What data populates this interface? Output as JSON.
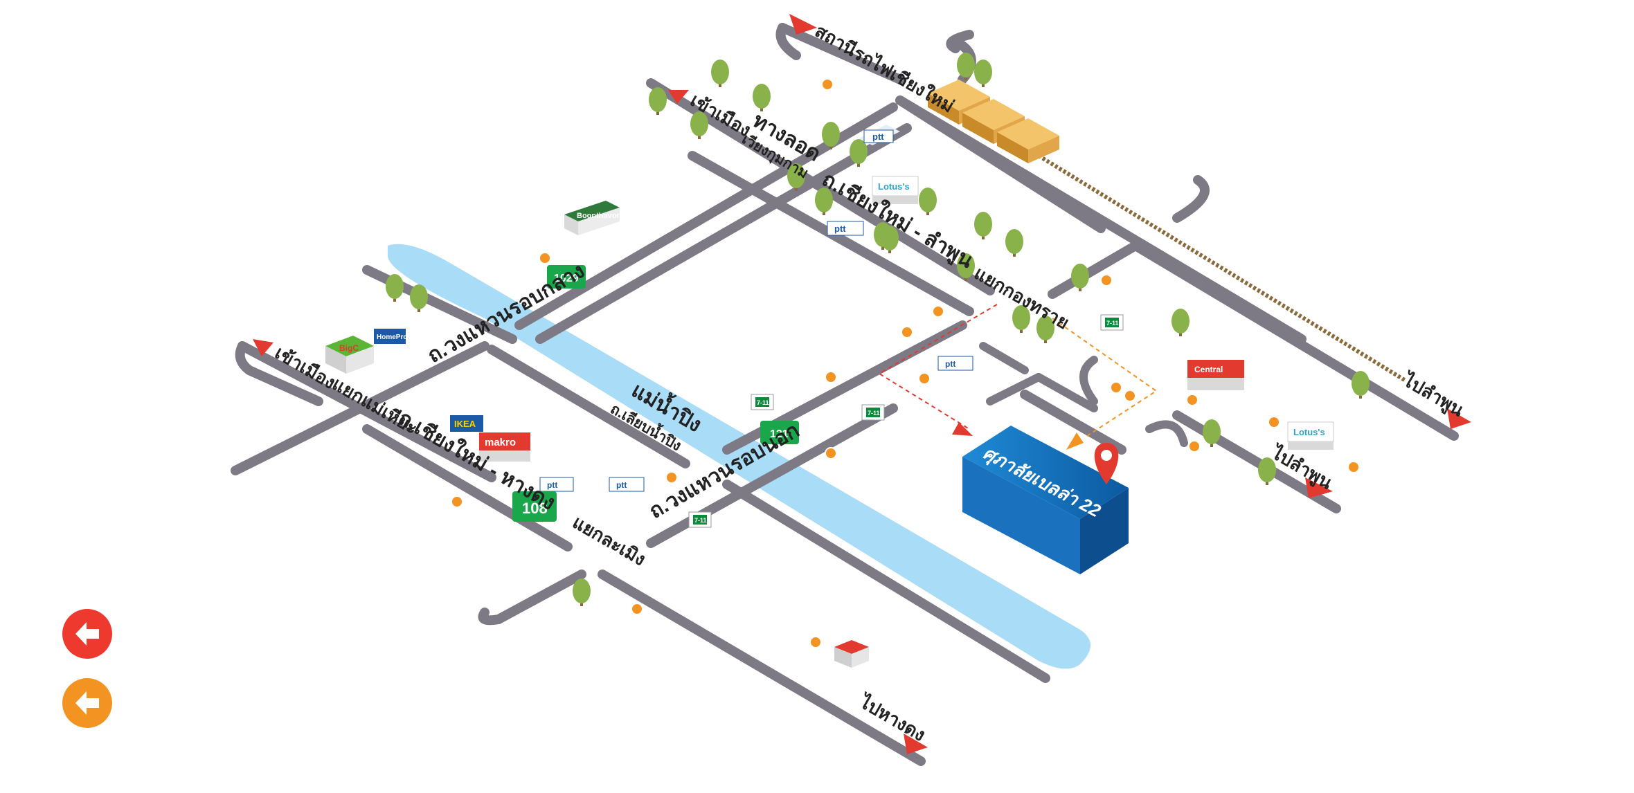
{
  "roads": {
    "ring_middle": "ถ.วงแหวนรอบกลาง",
    "ring_outer": "ถ.วงแหวนรอบนอก",
    "cm_lamphun": "ถ.เชียงใหม่ - ลำพูน",
    "cm_hangdong": "ถ.เชียงใหม่ - หางดง",
    "riverside": "ถ.เลียบน้ำปิง",
    "underpass": "ทางลอด",
    "underpass_sub": "เวียงกุมกาม"
  },
  "river": {
    "name": "แม่น้ำปิง"
  },
  "directions": {
    "train_station": "สถานีรถไฟเชียงใหม่",
    "to_city_top": "เข้าเมือง",
    "to_city_left": "เข้าเมือง",
    "to_lamphun_right": "ไปลำพูน",
    "to_lamphun_mid": "ไปลำพูน",
    "to_hangdong": "ไปหางดง"
  },
  "junctions": {
    "kong_sai": "แยกกองทราย",
    "mae_hia": "แยกแม่เหียะ",
    "la_moeng": "แยกละเมิง"
  },
  "highways": {
    "h1029": "1029",
    "h121": "121",
    "h108": "108"
  },
  "landmarks": {
    "project": "ศุภาลัยเบลล่า 22",
    "ptt": "ptt",
    "lotus": "Lotus's",
    "makro": "makro",
    "ikea": "IKEA",
    "big_c": "BigC",
    "seven_eleven": "7-11",
    "homepro": "HomePro",
    "boonthavorn": "Boonthavorn",
    "central": "Central"
  },
  "nav": {
    "back_red": "back",
    "back_orange": "back"
  },
  "colors": {
    "road": "#7d7a86",
    "river": "#a9dcf6",
    "tree": "#8ab24a",
    "arrow_red": "#e23a2e",
    "poi": "#f39321",
    "building": "#1b6fb3",
    "route_red": "#e23a2e",
    "route_orange": "#f39321"
  }
}
